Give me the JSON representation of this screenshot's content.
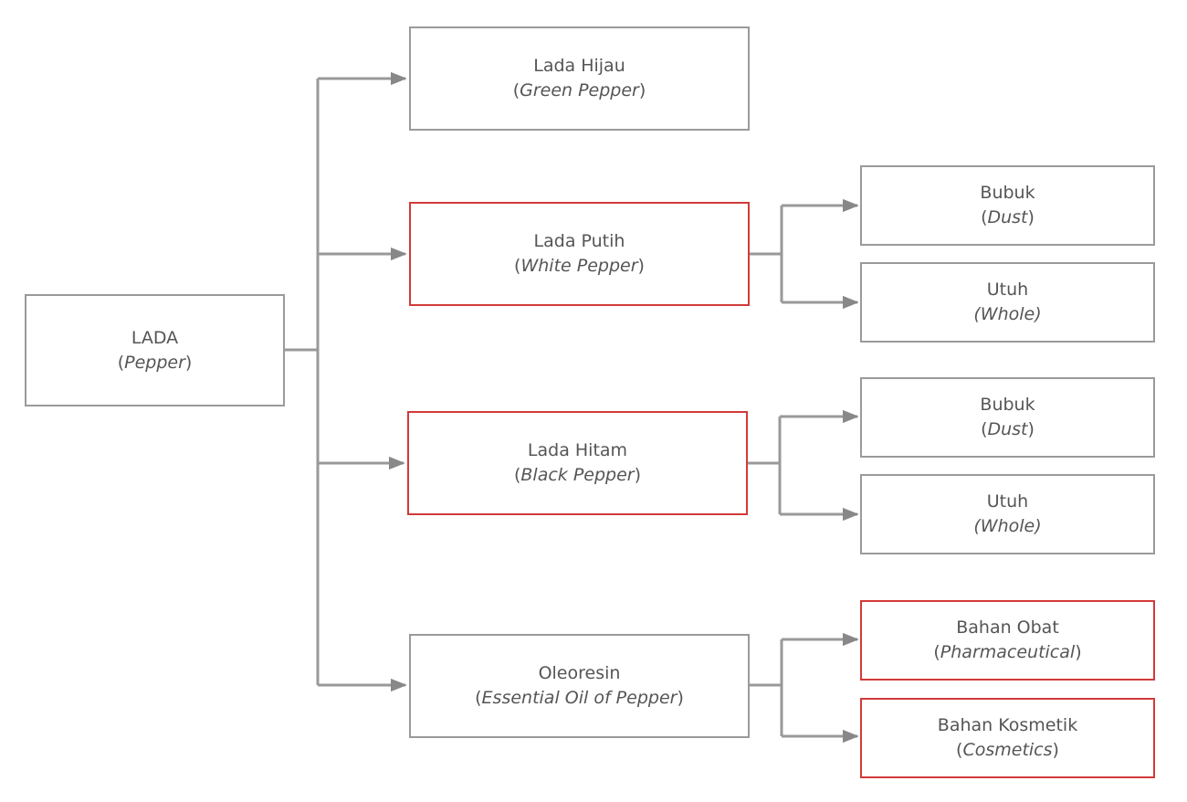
{
  "colors": {
    "line": "#999999",
    "border": "#9a9a9a",
    "highlight": "#d23a3a",
    "text": "#555555"
  },
  "nodes": {
    "root": {
      "label": "LADA",
      "sub": "Pepper"
    },
    "green": {
      "label": "Lada Hijau",
      "sub": "Green Pepper"
    },
    "white": {
      "label": "Lada Putih",
      "sub": "White Pepper"
    },
    "white_dust": {
      "label": "Bubuk",
      "sub": "Dust"
    },
    "white_whole": {
      "label": "Utuh",
      "sub": "Whole"
    },
    "black": {
      "label": "Lada Hitam",
      "sub": "Black Pepper"
    },
    "black_dust": {
      "label": "Bubuk",
      "sub": "Dust"
    },
    "black_whole": {
      "label": "Utuh",
      "sub": "Whole"
    },
    "oleoresin": {
      "label": "Oleoresin",
      "sub": "Essential Oil of Pepper"
    },
    "pharma": {
      "label": "Bahan Obat",
      "sub": "Pharmaceutical"
    },
    "cosmetic": {
      "label": "Bahan Kosmetik",
      "sub": "Cosmetics"
    }
  }
}
